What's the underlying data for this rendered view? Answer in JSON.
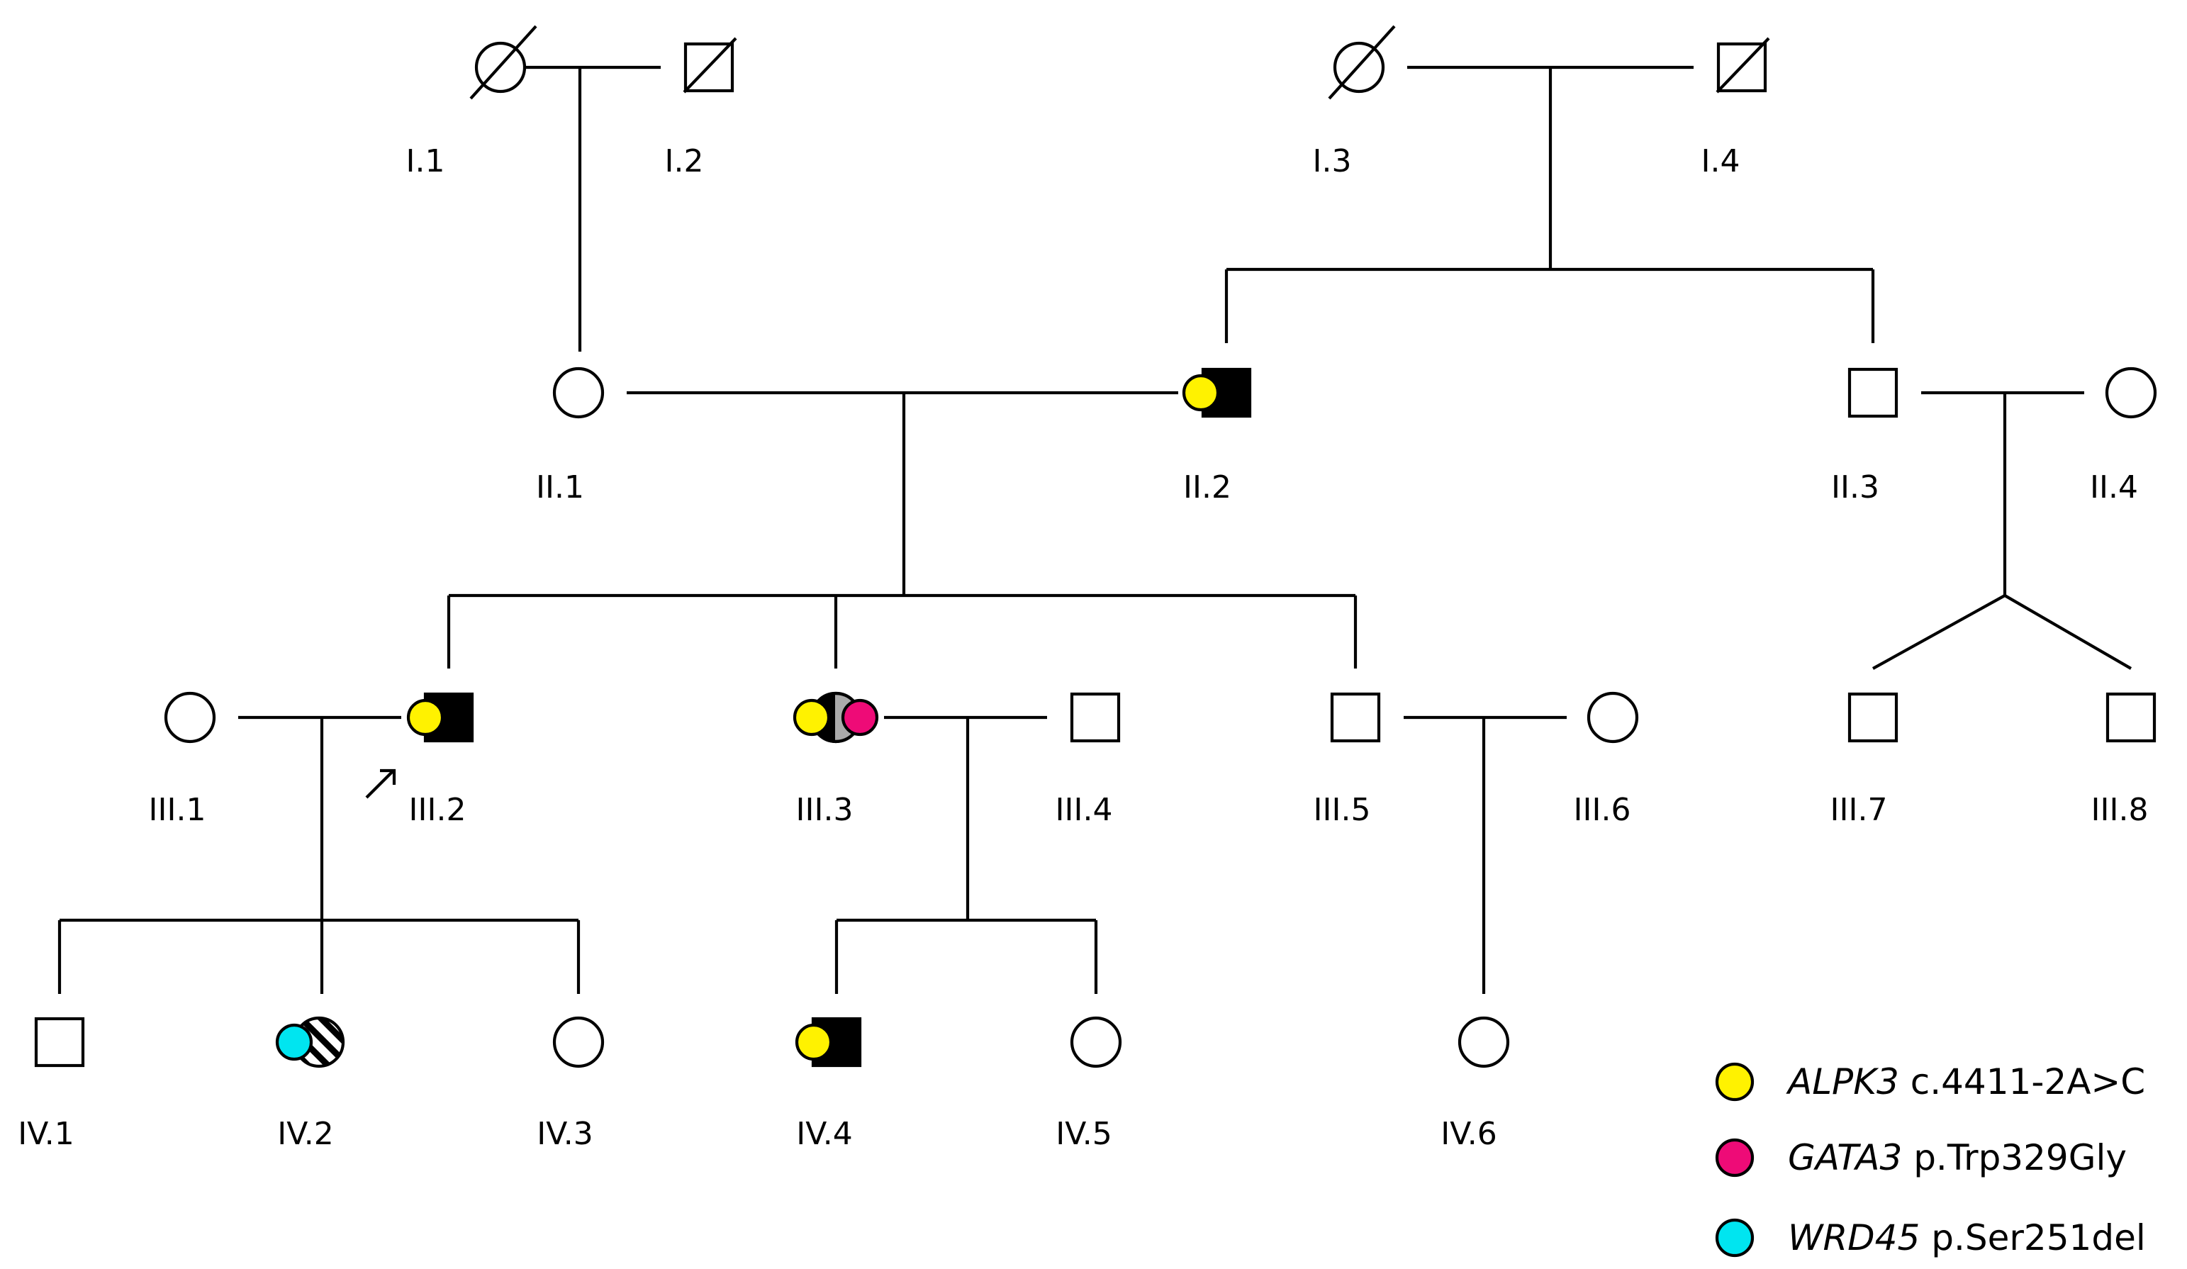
{
  "individuals": [
    {
      "id": "I.1",
      "label": "I.1",
      "sex": "female",
      "deceased": true,
      "status": "unaffected",
      "variants": []
    },
    {
      "id": "I.2",
      "label": "I.2",
      "sex": "male",
      "deceased": true,
      "status": "unaffected",
      "variants": []
    },
    {
      "id": "I.3",
      "label": "I.3",
      "sex": "female",
      "deceased": true,
      "status": "unaffected",
      "variants": []
    },
    {
      "id": "I.4",
      "label": "I.4",
      "sex": "male",
      "deceased": true,
      "status": "unaffected",
      "variants": []
    },
    {
      "id": "II.1",
      "label": "II.1",
      "sex": "female",
      "status": "unaffected",
      "variants": []
    },
    {
      "id": "II.2",
      "label": "II.2",
      "sex": "male",
      "status": "affected",
      "variants": [
        "ALPK3"
      ]
    },
    {
      "id": "II.3",
      "label": "II.3",
      "sex": "male",
      "status": "unaffected",
      "variants": []
    },
    {
      "id": "II.4",
      "label": "II.4",
      "sex": "female",
      "status": "unaffected",
      "variants": []
    },
    {
      "id": "III.1",
      "label": "III.1",
      "sex": "female",
      "status": "unaffected",
      "variants": []
    },
    {
      "id": "III.2",
      "label": "III.2",
      "sex": "male",
      "status": "affected",
      "proband": true,
      "variants": [
        "ALPK3"
      ]
    },
    {
      "id": "III.3",
      "label": "III.3",
      "sex": "female",
      "status": "half-black-half-grey",
      "variants": [
        "ALPK3",
        "GATA3"
      ]
    },
    {
      "id": "III.4",
      "label": "III.4",
      "sex": "male",
      "status": "unaffected",
      "variants": []
    },
    {
      "id": "III.5",
      "label": "III.5",
      "sex": "male",
      "status": "unaffected",
      "variants": []
    },
    {
      "id": "III.6",
      "label": "III.6",
      "sex": "female",
      "status": "unaffected",
      "variants": []
    },
    {
      "id": "III.7",
      "label": "III.7",
      "sex": "male",
      "status": "unaffected",
      "variants": []
    },
    {
      "id": "III.8",
      "label": "III.8",
      "sex": "male",
      "status": "unaffected",
      "variants": []
    },
    {
      "id": "IV.1",
      "label": "IV.1",
      "sex": "male",
      "status": "unaffected",
      "variants": []
    },
    {
      "id": "IV.2",
      "label": "IV.2",
      "sex": "female",
      "status": "hatched",
      "variants": [
        "WRD45"
      ]
    },
    {
      "id": "IV.3",
      "label": "IV.3",
      "sex": "female",
      "status": "unaffected",
      "variants": []
    },
    {
      "id": "IV.4",
      "label": "IV.4",
      "sex": "male",
      "status": "affected",
      "variants": [
        "ALPK3"
      ]
    },
    {
      "id": "IV.5",
      "label": "IV.5",
      "sex": "female",
      "status": "unaffected",
      "variants": []
    },
    {
      "id": "IV.6",
      "label": "IV.6",
      "sex": "female",
      "status": "unaffected",
      "variants": []
    }
  ],
  "legend": [
    {
      "key": "ALPK3",
      "gene": "ALPK3",
      "variant": "c.4411-2A>C",
      "color": "#FFF200"
    },
    {
      "key": "GATA3",
      "gene": "GATA3",
      "variant": "p.Trp329Gly",
      "color": "#EE0B77"
    },
    {
      "key": "WRD45",
      "gene": "WRD45",
      "variant": "p.Ser251del",
      "color": "#00E5F0"
    }
  ],
  "colors": {
    "affected": "#000000",
    "partial": "#AAAAAA"
  }
}
